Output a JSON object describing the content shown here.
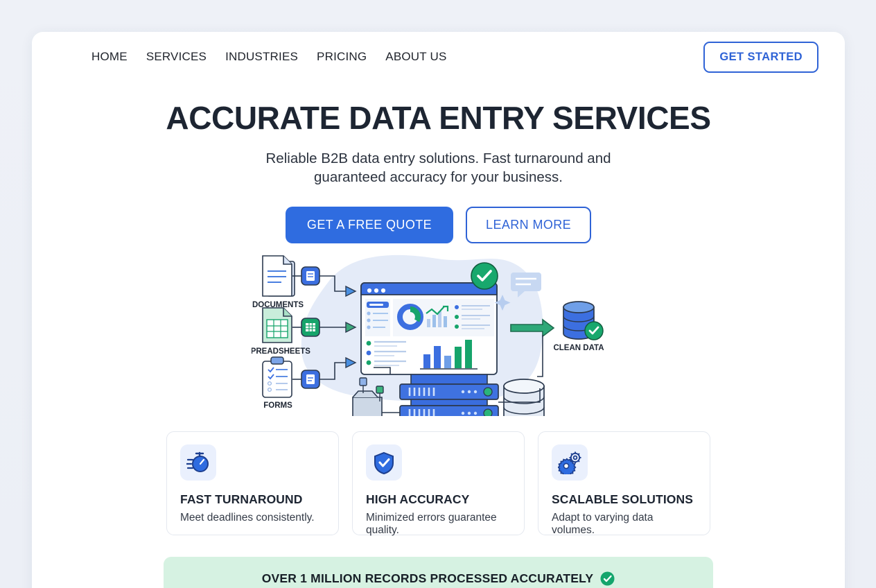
{
  "nav": {
    "links": [
      {
        "label": "HOME"
      },
      {
        "label": "SERVICES"
      },
      {
        "label": "INDUSTRIES"
      },
      {
        "label": "PRICING"
      },
      {
        "label": "ABOUT US"
      }
    ],
    "cta_label": "GET STARTED"
  },
  "hero": {
    "title": "ACCURATE DATA ENTRY SERVICES",
    "subtitle": "Reliable B2B data entry solutions. Fast turnaround and guaranteed accuracy for your business.",
    "primary_cta": "GET A FREE QUOTE",
    "secondary_cta": "LEARN MORE"
  },
  "illustration": {
    "inputs": [
      {
        "label": "DOCUMENTS",
        "icon": "document-icon",
        "color": "#3c6fe0"
      },
      {
        "label": "SPREADSHEETS",
        "icon": "spreadsheet-icon",
        "color": "#16a46b"
      },
      {
        "label": "FORMS",
        "icon": "form-icon",
        "color": "#3c6fe0"
      }
    ],
    "output_label": "CLEAN DATA",
    "output_icon": "database-icon",
    "status_icon": "check-circle-icon"
  },
  "features": [
    {
      "icon": "stopwatch-icon",
      "title": "FAST TURNAROUND",
      "desc": "Meet deadlines consistently."
    },
    {
      "icon": "shield-check-icon",
      "title": "HIGH ACCURACY",
      "desc": "Minimized errors guarantee quality."
    },
    {
      "icon": "gears-icon",
      "title": "SCALABLE SOLUTIONS",
      "desc": "Adapt to varying data volumes."
    }
  ],
  "banner": {
    "text": "OVER 1 MILLION RECORDS PROCESSED ACCURATELY",
    "icon": "check-circle-icon"
  },
  "colors": {
    "brand_blue": "#2f63d6",
    "primary_blue": "#2f6ce0",
    "accent_green": "#16a46b",
    "banner_bg": "#d6f2e2",
    "page_bg": "#eef1f7",
    "text_dark": "#1d2532"
  }
}
